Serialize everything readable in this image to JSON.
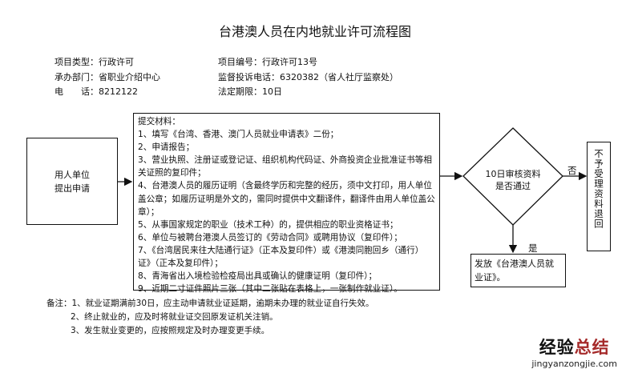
{
  "title": "台港澳人员在内地就业许可流程图",
  "info": {
    "left": [
      "项目类型：行政许可",
      "承办部门：省职业介绍中心",
      "电　　话：8212122"
    ],
    "right": [
      "项目编号：行政许可13号",
      "监督投诉电话：6320382（省人社厅监察处）",
      "法定期限：10日"
    ]
  },
  "applicant": [
    "用人单位",
    "提出申请"
  ],
  "materials": {
    "heading": "提交材料：",
    "items": [
      "1、填写《台湾、香港、澳门人员就业申请表》二份；",
      "2、申请报告；",
      "3、营业执照、注册证或登记证、组织机构代码证、外商投资企业批准证书等相关证照的复印件；",
      "4、台港澳人员的履历证明（含最终学历和完整的经历，须中文打印，用人单位盖公章；如履历证明是外文的，需同时提供中文翻译件，翻译件由用人单位盖公章）；",
      "5、从事国家规定的职业（技术工种）的，提供相应的职业资格证书；",
      "6、单位与被聘台港澳人员签订的《劳动合同》或聘用协议（复印件）；",
      "7、《台湾居民来往大陆通行证》（正本及复印件）或《港澳同胞回乡（通行）证》（正本及复印件）；",
      "8、青海省出入境检验检疫局出具或确认的健康证明（复印件）；",
      "9、近期二寸证件照片三张（其中二张贴在表格上，一张制作就业证）。"
    ]
  },
  "decision": [
    "10日审核资料",
    "是否通过"
  ],
  "no_label": "否",
  "yes_label": "是",
  "reject": "不予受理资料退回",
  "issue": "发放《台港澳人员就业证》。",
  "notes": [
    "备注：1、就业证期满前30日，应主动申请就业证延期，逾期未办理的就业证自行失效。",
    "2、终止就业的，应及时将就业证交回原发证机关注销。",
    "3、发生就业变更的，应按照规定及时办理变更手续。"
  ],
  "watermark": {
    "main_a": "经验",
    "main_b": "总结",
    "url": "jingyanzongjie.com",
    "accent": "#a52a2a"
  }
}
